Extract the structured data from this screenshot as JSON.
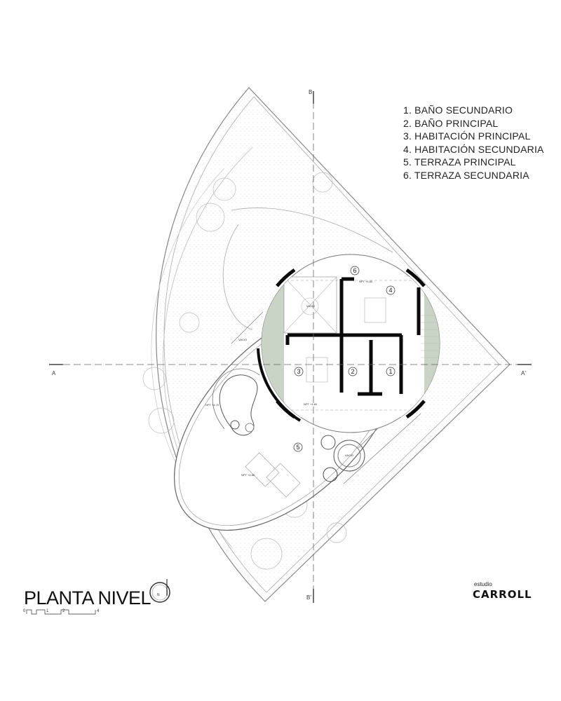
{
  "legend": {
    "items": [
      "1. BAÑO SECUNDARIO",
      "2. BAÑO PRINCIPAL",
      "3. HABITACIÓN PRINCIPAL",
      "4. HABITACIÓN SECUNDARIA",
      "5. TERRAZA PRINCIPAL",
      "6. TERRAZA SECUNDARIA"
    ]
  },
  "title": "PLANTA NIVEL",
  "north_label": "N",
  "section_labels": {
    "b_top": "B",
    "b_bottom": "B'",
    "a_left": "A",
    "a_right": "A'"
  },
  "scale_bar": [
    "0",
    "1",
    "2",
    "4"
  ],
  "rooms": {
    "r1": "1",
    "r2": "2",
    "r3": "3",
    "r4": "4",
    "r5": "5",
    "r6": "6"
  },
  "annotations": {
    "vacio_1": "VACIO",
    "vacio_2": "VACIO",
    "vacio_3": "VACIO",
    "npt_1": "NPT +4.60",
    "npt_2": "NPT +4.60",
    "npt_3": "NPT +4.70",
    "npt_4": "NPT +4.60"
  },
  "logo": {
    "small": "estudio",
    "big": "CARROLL"
  },
  "colors": {
    "vegetation": "#c9d3c6",
    "walls": "#0a0a0a",
    "lines": "#9a9a9a"
  }
}
